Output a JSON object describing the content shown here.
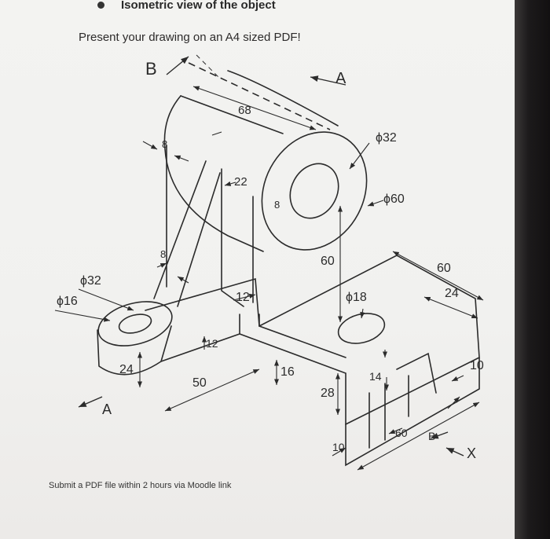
{
  "heading": "Isometric view of the object",
  "instruction": "Present your drawing on an A4 sized PDF!",
  "footer": "Submit a PDF file within 2 hours via Moodle link",
  "drawing": {
    "section_labels": {
      "b_top": "B",
      "a_top": "A",
      "a_bottom": "A",
      "b_bottom": "B",
      "x_bottom": "X"
    },
    "dimensions": {
      "d68": "68",
      "d8_top": "8",
      "d22": "22",
      "d8_mid": "8",
      "d8_left": "8",
      "dia32_top": "ϕ32",
      "dia60": "ϕ60",
      "dia32_left": "ϕ32",
      "dia16": "ϕ16",
      "d12_a": "12",
      "d12_b": "12",
      "d24_left": "24",
      "d50": "50",
      "d16": "16",
      "d60_mid": "60",
      "dia18": "ϕ18",
      "d60_right": "60",
      "d24_right": "24",
      "d10_right": "10",
      "d14": "14",
      "d28": "28",
      "d10_bottom": "10",
      "d60_bottom": "60"
    }
  }
}
